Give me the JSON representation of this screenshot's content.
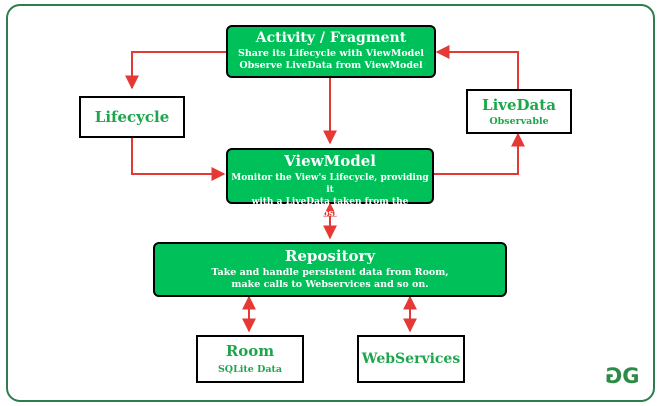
{
  "nodes": {
    "activity": {
      "title": "Activity / Fragment",
      "line1": "Share its Lifecycle with ViewModel",
      "line2": "Observe LiveData from ViewModel"
    },
    "lifecycle": {
      "title": "Lifecycle"
    },
    "livedata": {
      "title": "LiveData",
      "subtitle": "Observable"
    },
    "viewmodel": {
      "title": "ViewModel",
      "line1": "Monitor the View's Lifecycle, providing it",
      "line2": "with a LiveData taken from the Repository"
    },
    "repository": {
      "title": "Repository",
      "line1": "Take and handle persistent data from Room,",
      "line2": "make calls to Webservices and so on."
    },
    "room": {
      "title": "Room",
      "subtitle": "SQLite Data"
    },
    "webservices": {
      "title": "WebServices"
    }
  },
  "logo": {
    "text": "GG",
    "alt": "GeeksforGeeks logo"
  },
  "colors": {
    "box_green": "#00c05a",
    "text_green": "#1fa64d",
    "arrow": "#e53935",
    "frame": "#2e7d4f"
  }
}
